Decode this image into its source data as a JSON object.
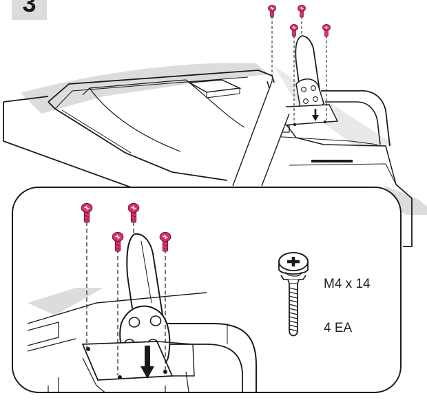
{
  "step": {
    "number": "3"
  },
  "screw_spec": {
    "size": "M4 x 14",
    "quantity": "4 EA"
  },
  "colors": {
    "screw": "#d6336c",
    "line": "#1a1a1a",
    "panel_shadow": "#dcdcdc",
    "badge": "#dcdcdc"
  },
  "icons": {
    "screw": "phillips-screw-icon",
    "arrow": "down-arrow-icon"
  }
}
